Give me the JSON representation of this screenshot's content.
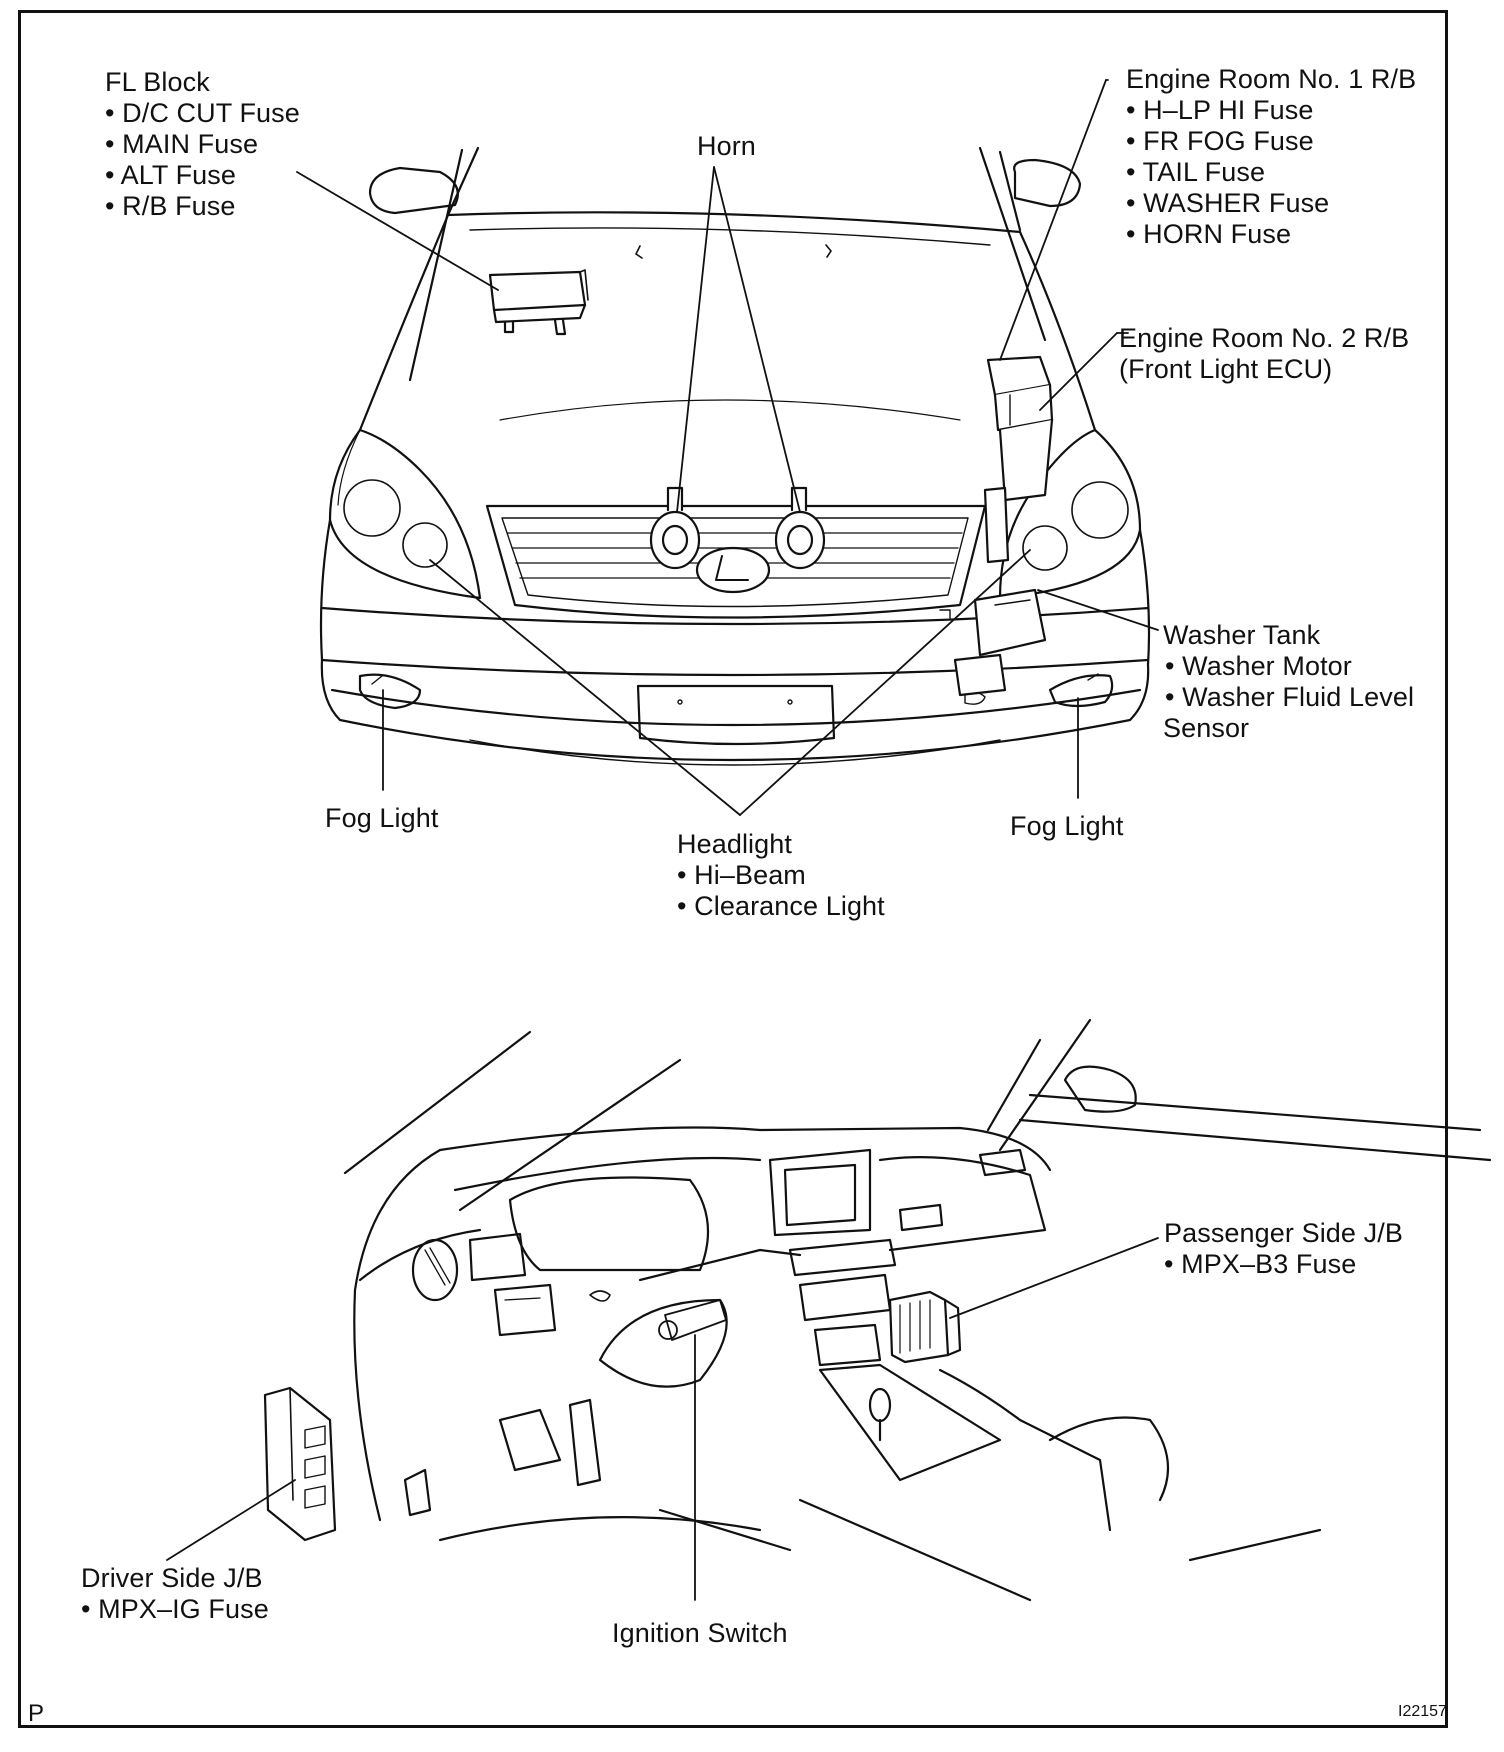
{
  "labels": {
    "fl_block": {
      "title": "FL Block",
      "items": [
        "• D/C CUT Fuse",
        "• MAIN Fuse",
        "• ALT Fuse",
        "• R/B Fuse"
      ]
    },
    "horn": {
      "title": "Horn"
    },
    "engine_room_1": {
      "title": "Engine Room No. 1 R/B",
      "items": [
        "• H–LP HI Fuse",
        "• FR FOG Fuse",
        "• TAIL Fuse",
        "• WASHER Fuse",
        "• HORN Fuse"
      ]
    },
    "engine_room_2": {
      "title": "Engine Room No. 2 R/B",
      "sub": "(Front Light ECU)"
    },
    "washer_tank": {
      "title": "Washer Tank",
      "items": [
        "• Washer Motor",
        "• Washer Fluid Level",
        "Sensor"
      ]
    },
    "fog_light_left": {
      "title": "Fog Light"
    },
    "fog_light_right": {
      "title": "Fog Light"
    },
    "headlight": {
      "title": "Headlight",
      "items": [
        "• Hi–Beam",
        "• Clearance Light"
      ]
    },
    "passenger_jb": {
      "title": "Passenger Side J/B",
      "items": [
        "• MPX–B3 Fuse"
      ]
    },
    "driver_jb": {
      "title": "Driver Side J/B",
      "items": [
        "• MPX–IG Fuse"
      ]
    },
    "ignition_switch": {
      "title": "Ignition Switch"
    }
  },
  "footer": {
    "page_letter": "P",
    "figure_code": "I22157"
  },
  "colors": {
    "line": "#111111",
    "background": "#ffffff"
  }
}
